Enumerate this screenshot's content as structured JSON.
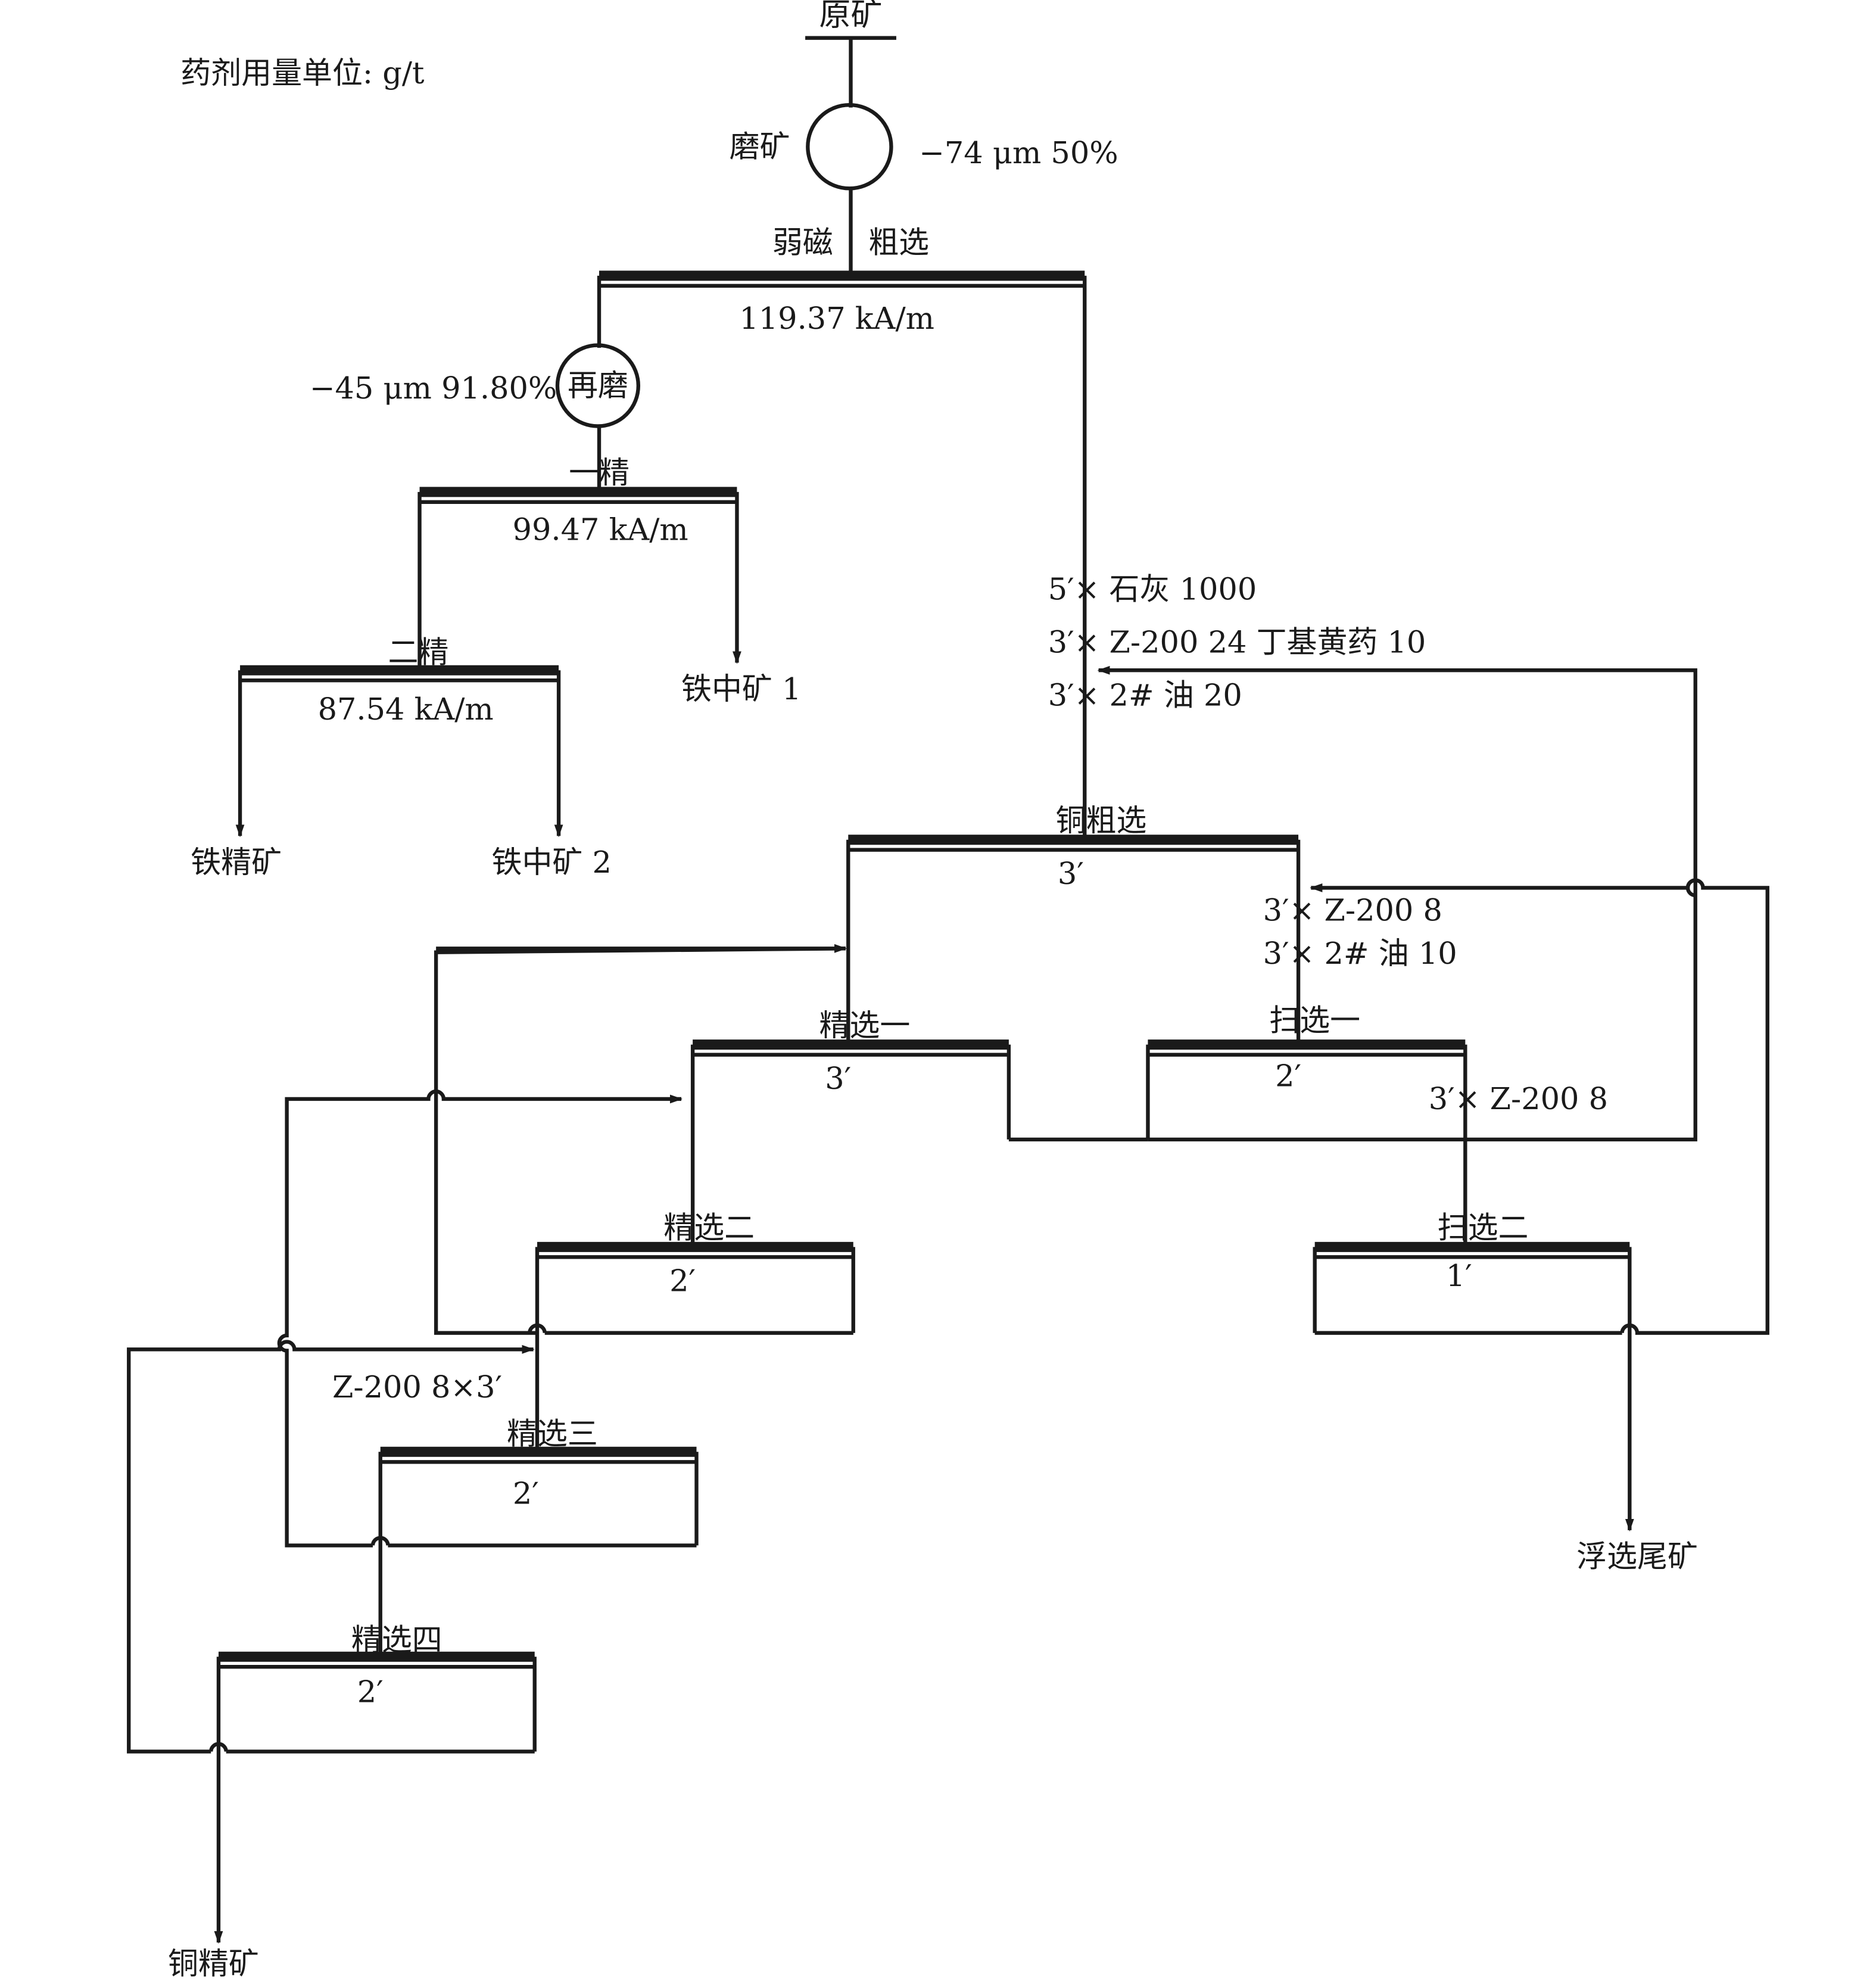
{
  "unit_note": "药剂用量单位: g/t",
  "feed": "原矿",
  "grinding": {
    "label": "磨矿",
    "fineness": "−74 μm 50%"
  },
  "magnetic_rougher": {
    "label_left": "弱磁",
    "label_right": "粗选",
    "field": "119.37 kA/m"
  },
  "regrind": {
    "label": "再磨",
    "fineness": "−45 μm 91.80%"
  },
  "mag_cleaner1": {
    "label": "一精",
    "field": "99.47 kA/m"
  },
  "mag_cleaner2": {
    "label": "二精",
    "field": "87.54 kA/m"
  },
  "products": {
    "iron_middling1": "铁中矿 1",
    "iron_middling2": "铁中矿 2",
    "iron_concentrate": "铁精矿",
    "flotation_tailings": "浮选尾矿",
    "copper_concentrate": "铜精矿"
  },
  "rougher_reagents": [
    "5′×  石灰 1000",
    "3′×  Z-200 24 丁基黄药 10",
    "3′× 2# 油 20"
  ],
  "copper_rougher": {
    "label": "铜粗选",
    "time": "3′"
  },
  "scavenger1_reagents": [
    "3′×  Z-200 8",
    "3′× 2# 油 10"
  ],
  "cleaner1": {
    "label": "精选一",
    "time": "3′"
  },
  "scavenger1": {
    "label": "扫选一",
    "time": "2′"
  },
  "scavenger2_reagent": "3′×  Z-200 8",
  "cleaner2": {
    "label": "精选二",
    "time": "2′"
  },
  "scavenger2": {
    "label": "扫选二",
    "time": "1′"
  },
  "cleaner3_reagent": "Z-200 8×3′",
  "cleaner3": {
    "label": "精选三",
    "time": "2′"
  },
  "cleaner4": {
    "label": "精选四",
    "time": "2′"
  }
}
